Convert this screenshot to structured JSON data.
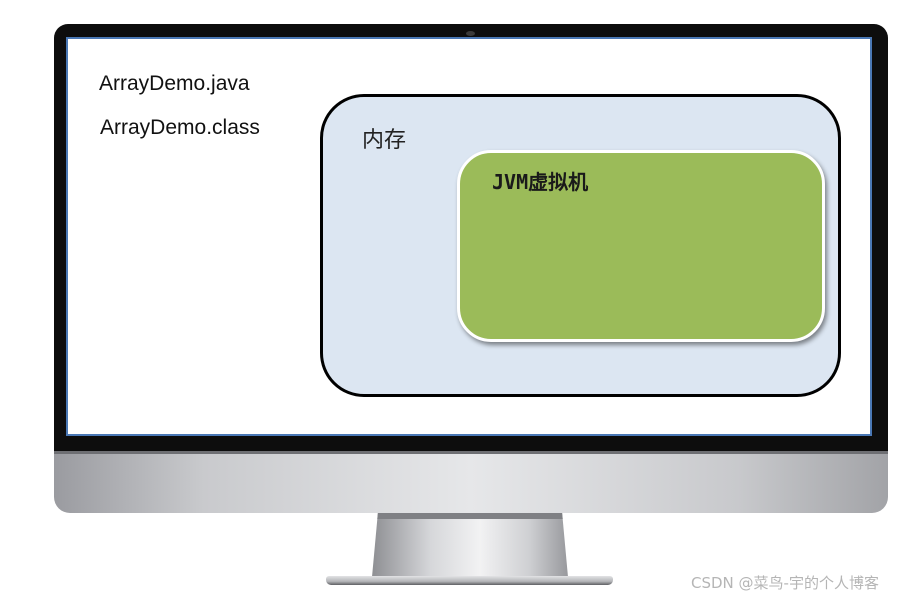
{
  "screen": {
    "files": {
      "java": "ArrayDemo.java",
      "class": "ArrayDemo.class"
    },
    "memory": {
      "label": "内存",
      "fill_color": "#dce6f2",
      "jvm": {
        "label": "JVM虚拟机",
        "fill_color": "#9bbb59"
      }
    }
  },
  "monitor": {
    "bezel_color": "#0d0d0d",
    "screen_border_color": "#4a78b5",
    "icons": [
      "camera-icon"
    ]
  },
  "watermark": "CSDN @菜鸟-宇的个人博客"
}
